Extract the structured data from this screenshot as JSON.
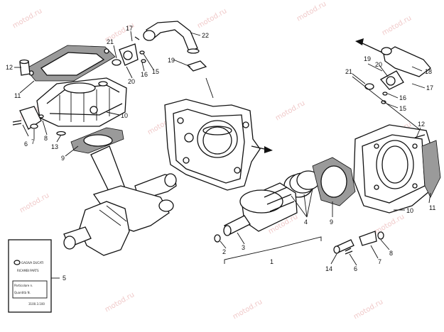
{
  "watermark": "motod.ru",
  "parts_card": {
    "logo_text": "GAGIVA DUCATI",
    "title": "RICAMBI PARTS",
    "line_part": "Particolare n.",
    "line_qty": "Quantità N.",
    "code": "3100.3.100"
  },
  "callouts": [
    {
      "id": "c1",
      "text": "1"
    },
    {
      "id": "c2",
      "text": "2"
    },
    {
      "id": "c3",
      "text": "3"
    },
    {
      "id": "c4",
      "text": "4"
    },
    {
      "id": "c5",
      "text": "5"
    },
    {
      "id": "c6a",
      "text": "6"
    },
    {
      "id": "c6b",
      "text": "6"
    },
    {
      "id": "c7a",
      "text": "7"
    },
    {
      "id": "c7b",
      "text": "7"
    },
    {
      "id": "c8a",
      "text": "8"
    },
    {
      "id": "c8b",
      "text": "8"
    },
    {
      "id": "c9a",
      "text": "9"
    },
    {
      "id": "c9b",
      "text": "9"
    },
    {
      "id": "c10a",
      "text": "10"
    },
    {
      "id": "c10b",
      "text": "10"
    },
    {
      "id": "c11a",
      "text": "11"
    },
    {
      "id": "c11b",
      "text": "11"
    },
    {
      "id": "c12a",
      "text": "12"
    },
    {
      "id": "c12b",
      "text": "12"
    },
    {
      "id": "c13",
      "text": "13"
    },
    {
      "id": "c14",
      "text": "14"
    },
    {
      "id": "c15a",
      "text": "15"
    },
    {
      "id": "c15b",
      "text": "15"
    },
    {
      "id": "c16a",
      "text": "16"
    },
    {
      "id": "c16b",
      "text": "16"
    },
    {
      "id": "c17a",
      "text": "17"
    },
    {
      "id": "c17b",
      "text": "17"
    },
    {
      "id": "c18",
      "text": "18"
    },
    {
      "id": "c19a",
      "text": "19"
    },
    {
      "id": "c19b",
      "text": "19"
    },
    {
      "id": "c20a",
      "text": "20"
    },
    {
      "id": "c20b",
      "text": "20"
    },
    {
      "id": "c21a",
      "text": "21"
    },
    {
      "id": "c21b",
      "text": "21"
    },
    {
      "id": "c22",
      "text": "22"
    }
  ]
}
